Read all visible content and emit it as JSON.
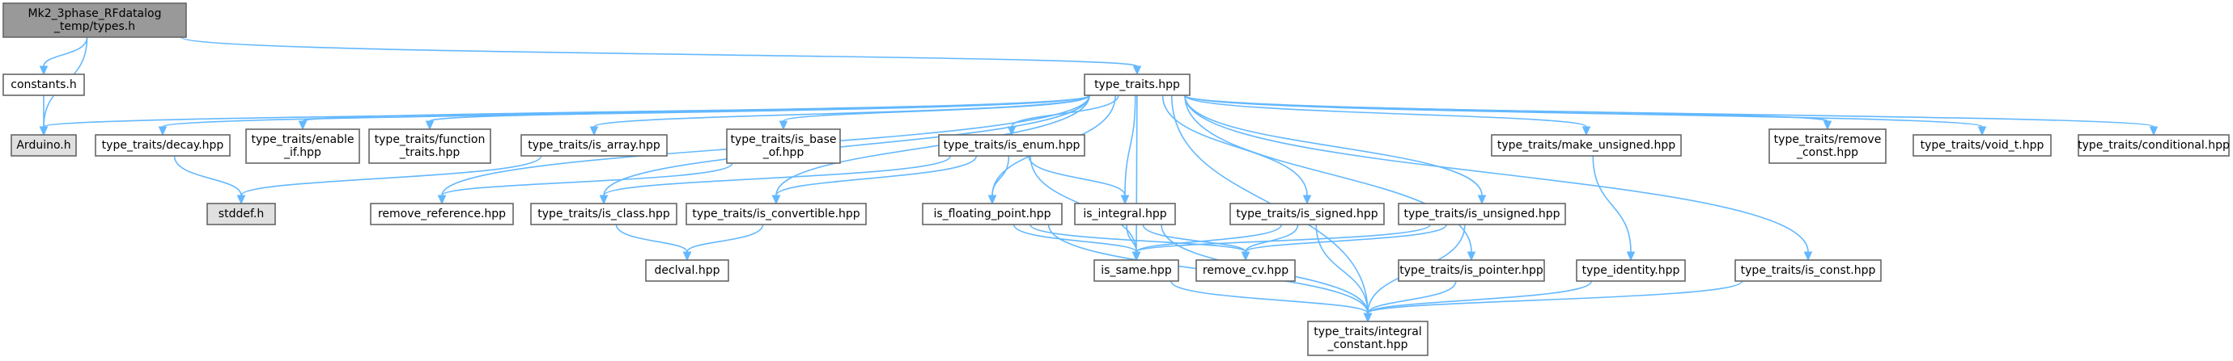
{
  "diagram": {
    "colors": {
      "node_fill": "#ffffff",
      "node_fill_current": "#999999",
      "node_fill_external": "#e0e0e0",
      "node_stroke": "#666666",
      "edge": "#63b8ff"
    },
    "nodes": [
      {
        "id": "types_h",
        "lines": [
          "Mk2_3phase_RFdatalog",
          "_temp/types.h"
        ],
        "style": "current"
      },
      {
        "id": "constants_h",
        "lines": [
          "constants.h"
        ],
        "style": "normal"
      },
      {
        "id": "arduino_h",
        "lines": [
          "Arduino.h"
        ],
        "style": "external"
      },
      {
        "id": "type_traits_hpp",
        "lines": [
          "type_traits.hpp"
        ],
        "style": "normal"
      },
      {
        "id": "decay_hpp",
        "lines": [
          "type_traits/decay.hpp"
        ],
        "style": "normal"
      },
      {
        "id": "enable_if_hpp",
        "lines": [
          "type_traits/enable",
          "_if.hpp"
        ],
        "style": "normal"
      },
      {
        "id": "function_traits_hpp",
        "lines": [
          "type_traits/function",
          "_traits.hpp"
        ],
        "style": "normal"
      },
      {
        "id": "is_array_hpp",
        "lines": [
          "type_traits/is_array.hpp"
        ],
        "style": "normal"
      },
      {
        "id": "is_base_of_hpp",
        "lines": [
          "type_traits/is_base",
          "_of.hpp"
        ],
        "style": "normal"
      },
      {
        "id": "is_enum_hpp",
        "lines": [
          "type_traits/is_enum.hpp"
        ],
        "style": "normal"
      },
      {
        "id": "make_unsigned_hpp",
        "lines": [
          "type_traits/make_unsigned.hpp"
        ],
        "style": "normal"
      },
      {
        "id": "remove_const_hpp",
        "lines": [
          "type_traits/remove",
          "_const.hpp"
        ],
        "style": "normal"
      },
      {
        "id": "void_t_hpp",
        "lines": [
          "type_traits/void_t.hpp"
        ],
        "style": "normal"
      },
      {
        "id": "conditional_hpp",
        "lines": [
          "type_traits/conditional.hpp"
        ],
        "style": "normal"
      },
      {
        "id": "stddef_h",
        "lines": [
          "stddef.h"
        ],
        "style": "external"
      },
      {
        "id": "remove_reference_hpp",
        "lines": [
          "remove_reference.hpp"
        ],
        "style": "normal"
      },
      {
        "id": "is_class_hpp",
        "lines": [
          "type_traits/is_class.hpp"
        ],
        "style": "normal"
      },
      {
        "id": "is_convertible_hpp",
        "lines": [
          "type_traits/is_convertible.hpp"
        ],
        "style": "normal"
      },
      {
        "id": "is_floating_point_hpp",
        "lines": [
          "is_floating_point.hpp"
        ],
        "style": "normal"
      },
      {
        "id": "is_integral_hpp",
        "lines": [
          "is_integral.hpp"
        ],
        "style": "normal"
      },
      {
        "id": "is_signed_hpp",
        "lines": [
          "type_traits/is_signed.hpp"
        ],
        "style": "normal"
      },
      {
        "id": "is_unsigned_hpp",
        "lines": [
          "type_traits/is_unsigned.hpp"
        ],
        "style": "normal"
      },
      {
        "id": "declval_hpp",
        "lines": [
          "declval.hpp"
        ],
        "style": "normal"
      },
      {
        "id": "is_same_hpp",
        "lines": [
          "is_same.hpp"
        ],
        "style": "normal"
      },
      {
        "id": "remove_cv_hpp",
        "lines": [
          "remove_cv.hpp"
        ],
        "style": "normal"
      },
      {
        "id": "is_pointer_hpp",
        "lines": [
          "type_traits/is_pointer.hpp"
        ],
        "style": "normal"
      },
      {
        "id": "type_identity_hpp",
        "lines": [
          "type_identity.hpp"
        ],
        "style": "normal"
      },
      {
        "id": "is_const_hpp",
        "lines": [
          "type_traits/is_const.hpp"
        ],
        "style": "normal"
      },
      {
        "id": "integral_constant_hpp",
        "lines": [
          "type_traits/integral",
          "_constant.hpp"
        ],
        "style": "normal"
      }
    ],
    "edges": [
      [
        "types_h",
        "constants_h"
      ],
      [
        "types_h",
        "arduino_h"
      ],
      [
        "types_h",
        "type_traits_hpp"
      ],
      [
        "constants_h",
        "arduino_h"
      ],
      [
        "type_traits_hpp",
        "arduino_h"
      ],
      [
        "type_traits_hpp",
        "decay_hpp"
      ],
      [
        "type_traits_hpp",
        "enable_if_hpp"
      ],
      [
        "type_traits_hpp",
        "function_traits_hpp"
      ],
      [
        "type_traits_hpp",
        "is_array_hpp"
      ],
      [
        "type_traits_hpp",
        "is_base_of_hpp"
      ],
      [
        "type_traits_hpp",
        "is_enum_hpp"
      ],
      [
        "type_traits_hpp",
        "make_unsigned_hpp"
      ],
      [
        "type_traits_hpp",
        "remove_const_hpp"
      ],
      [
        "type_traits_hpp",
        "void_t_hpp"
      ],
      [
        "type_traits_hpp",
        "conditional_hpp"
      ],
      [
        "type_traits_hpp",
        "remove_reference_hpp"
      ],
      [
        "type_traits_hpp",
        "is_class_hpp"
      ],
      [
        "type_traits_hpp",
        "is_convertible_hpp"
      ],
      [
        "type_traits_hpp",
        "is_floating_point_hpp"
      ],
      [
        "type_traits_hpp",
        "is_integral_hpp"
      ],
      [
        "type_traits_hpp",
        "is_signed_hpp"
      ],
      [
        "type_traits_hpp",
        "is_unsigned_hpp"
      ],
      [
        "type_traits_hpp",
        "is_same_hpp"
      ],
      [
        "type_traits_hpp",
        "is_pointer_hpp"
      ],
      [
        "type_traits_hpp",
        "is_const_hpp"
      ],
      [
        "type_traits_hpp",
        "integral_constant_hpp"
      ],
      [
        "decay_hpp",
        "stddef_h"
      ],
      [
        "is_array_hpp",
        "stddef_h"
      ],
      [
        "is_base_of_hpp",
        "remove_reference_hpp"
      ],
      [
        "is_enum_hpp",
        "is_class_hpp"
      ],
      [
        "is_enum_hpp",
        "is_convertible_hpp"
      ],
      [
        "is_enum_hpp",
        "is_floating_point_hpp"
      ],
      [
        "is_enum_hpp",
        "is_integral_hpp"
      ],
      [
        "is_enum_hpp",
        "is_same_hpp"
      ],
      [
        "make_unsigned_hpp",
        "type_identity_hpp"
      ],
      [
        "is_class_hpp",
        "declval_hpp"
      ],
      [
        "is_convertible_hpp",
        "declval_hpp"
      ],
      [
        "is_floating_point_hpp",
        "is_same_hpp"
      ],
      [
        "is_floating_point_hpp",
        "remove_cv_hpp"
      ],
      [
        "is_floating_point_hpp",
        "integral_constant_hpp"
      ],
      [
        "is_integral_hpp",
        "is_same_hpp"
      ],
      [
        "is_integral_hpp",
        "remove_cv_hpp"
      ],
      [
        "is_integral_hpp",
        "integral_constant_hpp"
      ],
      [
        "is_signed_hpp",
        "is_same_hpp"
      ],
      [
        "is_signed_hpp",
        "remove_cv_hpp"
      ],
      [
        "is_signed_hpp",
        "integral_constant_hpp"
      ],
      [
        "is_unsigned_hpp",
        "is_same_hpp"
      ],
      [
        "is_unsigned_hpp",
        "remove_cv_hpp"
      ],
      [
        "is_unsigned_hpp",
        "integral_constant_hpp"
      ],
      [
        "is_same_hpp",
        "integral_constant_hpp"
      ],
      [
        "is_pointer_hpp",
        "integral_constant_hpp"
      ],
      [
        "type_identity_hpp",
        "integral_constant_hpp"
      ],
      [
        "is_const_hpp",
        "integral_constant_hpp"
      ]
    ]
  }
}
